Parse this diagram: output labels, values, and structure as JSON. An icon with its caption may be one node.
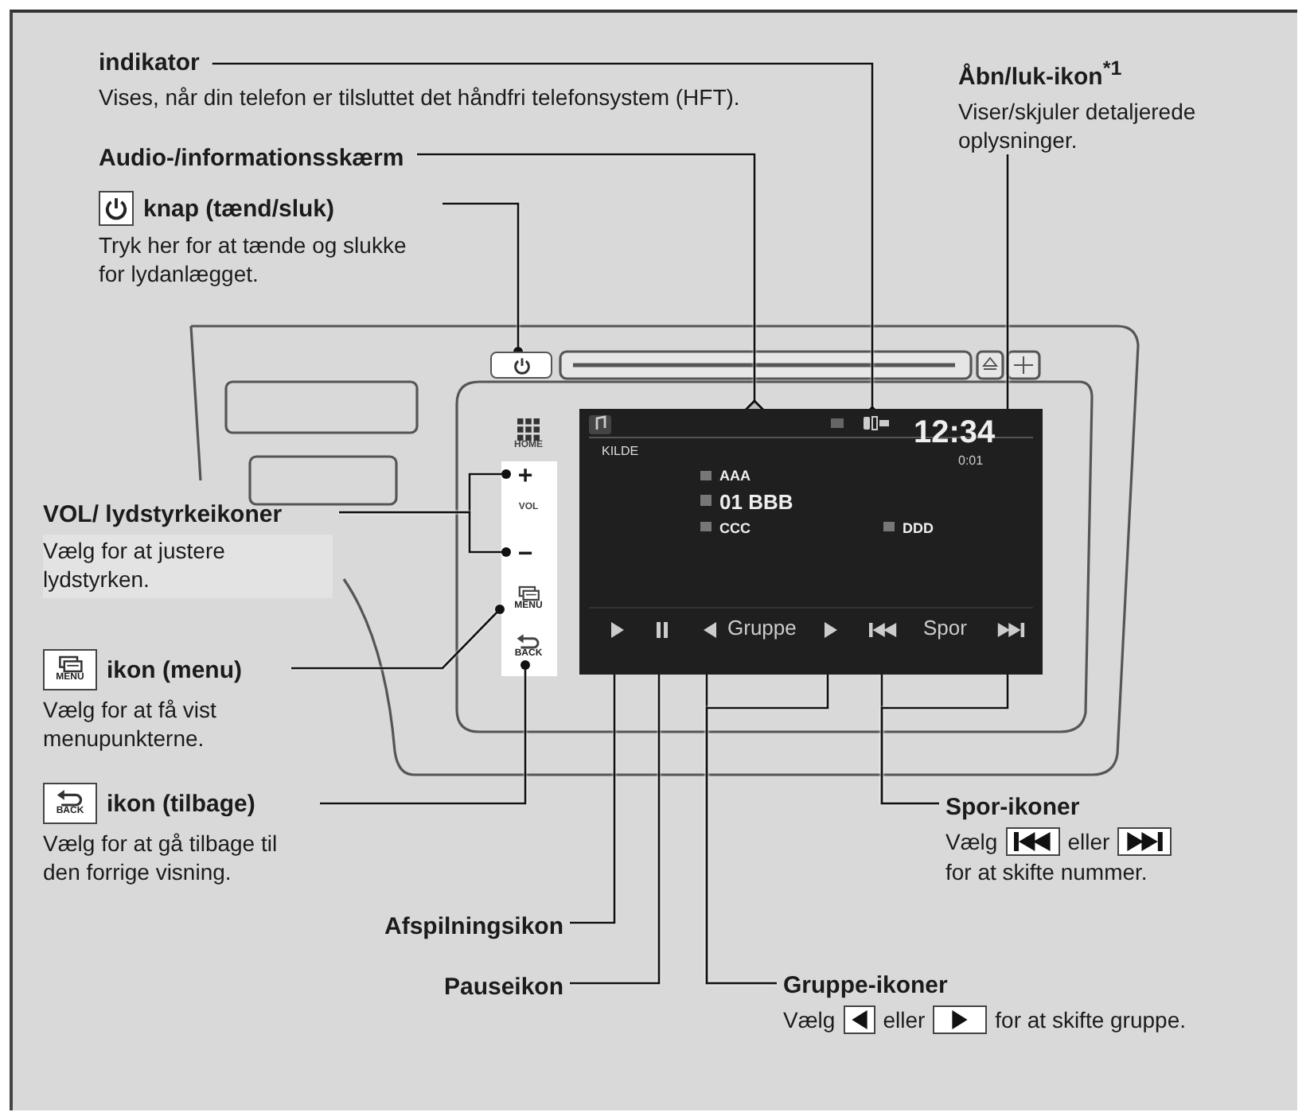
{
  "diagram": {
    "nodes": [
      {
        "text": [
          "indikator",
          "Vises, når din telefon er tilsluttet det håndfri telefonsystem (HFT)."
        ]
      },
      {
        "text": [
          "Audio-/informationsskærm"
        ]
      },
      {
        "text": [
          "knap (tænd/sluk)",
          "Tryk her for at tænde og slukke for lydanlægget."
        ]
      },
      {
        "text": [
          "Åbn/luk-ikon$^{*1}$",
          "Viser/skjuler detaljerede oplysninger."
        ]
      },
      {
        "text": [
          "VOL/ lydstyrkeikoner",
          "Vælg for at justere lydstyrken."
        ]
      },
      {
        "text": [
          "MENU",
          "ikon (menu)",
          "Vælg for at få vist menupunkterne."
        ]
      },
      {
        "text": [
          "BACK",
          "ikon (tilbage)",
          "Vælg for at gå tilbage til den forrige visning."
        ]
      },
      {
        "text": [
          "Afspilningsikon"
        ]
      },
      {
        "text": [
          "Pauseikon"
        ]
      },
      {
        "text": [
          "Gruppe-ikoner",
          "Vælg",
          "eller",
          "for at skifte gruppe."
        ]
      },
      {
        "text": [
          "Spor-ikoner",
          "Vælg",
          "eller",
          "for at skifte nummer."
        ]
      },
      {
        "text": [],
        "shape": "box"
      },
      {
        "text": [],
        "shape": "box"
      },
      {
        "text": [],
        "shape": "box",
        "in": 12
      },
      {
        "text": [
          "+"
        ]
      },
      {
        "text": [
          "−"
        ]
      },
      {
        "text": [
          "MENU"
        ]
      },
      {
        "text": [
          "BACK"
        ]
      },
      {
        "text": [],
        "shape": "triangle",
        "in": 12
      },
      {
        "text": [],
        "shape": "bar",
        "in": 12
      },
      {
        "text": [],
        "shape": "triangle",
        "in": 12
      },
      {
        "text": [],
        "shape": "triangle",
        "in": 12
      },
      {
        "text": [],
        "shape": "triangle",
        "in": 12
      },
      {
        "text": [],
        "shape": "triangle",
        "in": 12
      }
    ],
    "edges": [
      {
        "from": 0,
        "to": 13,
        "arrow": "other"
      },
      {
        "from": 1,
        "to": 12,
        "arrow": "other"
      },
      {
        "from": 2,
        "to": 11,
        "arrow": "other"
      },
      {
        "from": 3,
        "to": 12,
        "arrow": "other"
      },
      {
        "from": 4,
        "to": 14,
        "arrow": "other"
      },
      {
        "from": 4,
        "to": 15,
        "arrow": "other"
      },
      {
        "from": 5,
        "to": 16,
        "arrow": "other"
      },
      {
        "from": 6,
        "to": 17,
        "arrow": "other"
      },
      {
        "from": 7,
        "to": 18,
        "arrow": "other"
      },
      {
        "from": 8,
        "to": 19,
        "arrow": "other"
      },
      {
        "from": 9,
        "to": 20,
        "arrow": "other"
      },
      {
        "from": 9,
        "to": 21,
        "arrow": "other"
      },
      {
        "from": 10,
        "to": 22,
        "arrow": "other"
      },
      {
        "from": 10,
        "to": 23,
        "arrow": "other"
      }
    ],
    "labels": [
      "HOME",
      "VOL",
      "KILDE",
      "AAA",
      "01 BBB",
      "CCC",
      "DDD",
      "12:34",
      "0:01",
      "Gruppe",
      "Spor"
    ]
  }
}
